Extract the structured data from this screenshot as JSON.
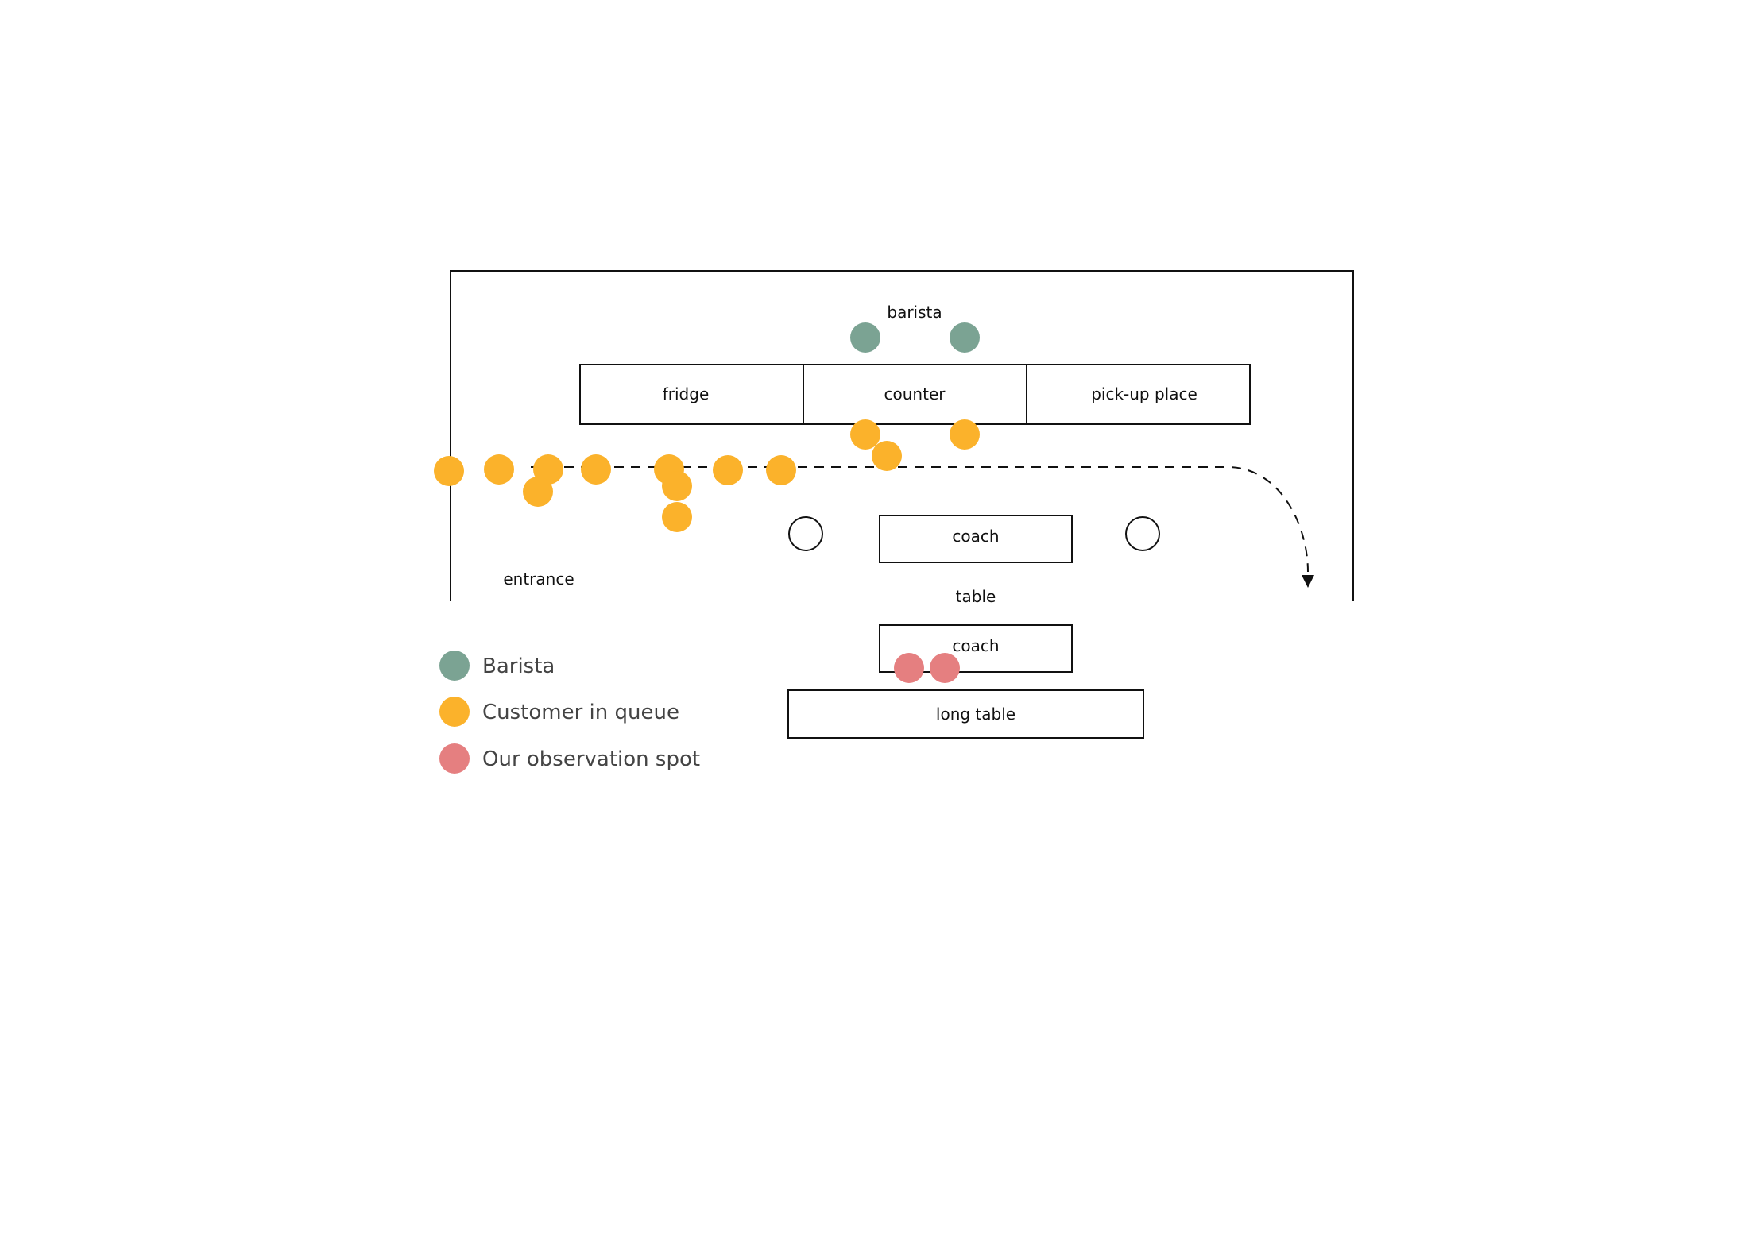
{
  "colors": {
    "barista": "#7ba393",
    "customer": "#fbb22b",
    "observer": "#e57f80",
    "line": "#111111"
  },
  "labels": {
    "barista": "barista",
    "fridge": "fridge",
    "counter": "counter",
    "pickup": "pick-up place",
    "coach_top": "coach",
    "table": "table",
    "coach_bottom": "coach",
    "long_table": "long table",
    "entrance": "entrance"
  },
  "legend": [
    {
      "label": "Barista",
      "color": "#7ba393"
    },
    {
      "label": "Customer in queue",
      "color": "#fbb22b"
    },
    {
      "label": "Our observation spot",
      "color": "#e57f80"
    }
  ]
}
